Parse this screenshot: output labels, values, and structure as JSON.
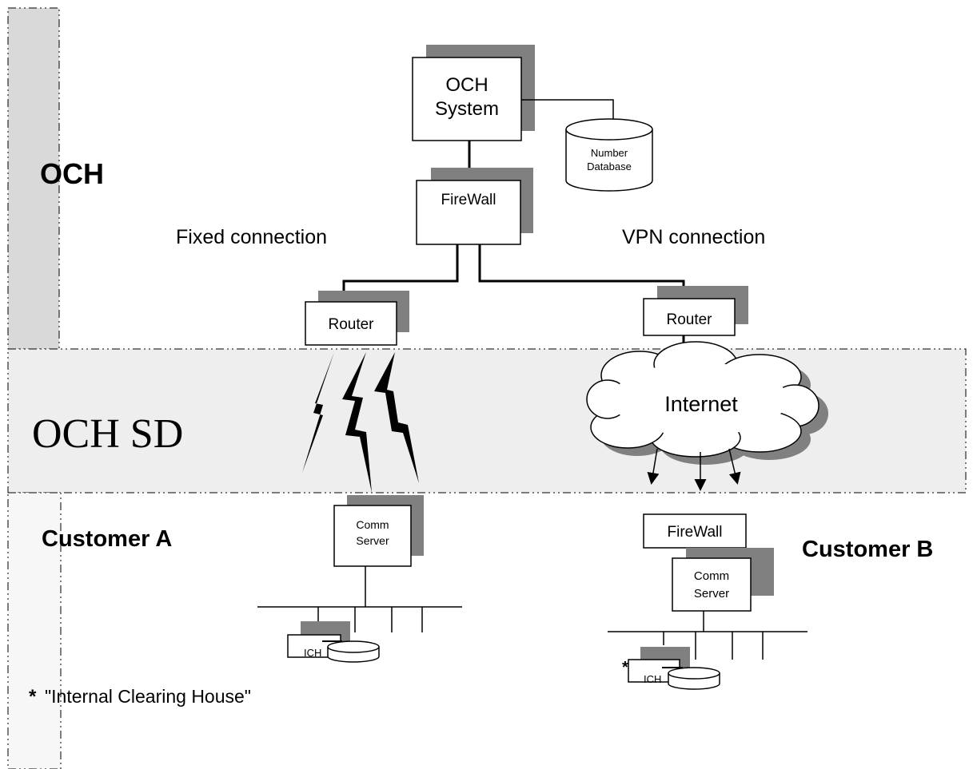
{
  "zones": {
    "och": "OCH",
    "och_sd": "OCH SD",
    "customer_a": "Customer A",
    "customer_b": "Customer B"
  },
  "nodes": {
    "och_system": [
      "OCH",
      "System"
    ],
    "number_database": [
      "Number",
      "Database"
    ],
    "firewall_och": "FireWall",
    "router_left": "Router",
    "router_right": "Router",
    "internet": "Internet",
    "comm_server_a": [
      "Comm",
      "Server"
    ],
    "firewall_b": "FireWall",
    "comm_server_b": [
      "Comm",
      "Server"
    ],
    "ich_a": "ICH",
    "ich_b": "ICH",
    "ich_b_marker": "*"
  },
  "connections": {
    "fixed": "Fixed connection",
    "vpn": "VPN connection"
  },
  "footnote": {
    "marker": "*",
    "text": "\"Internal Clearing House\""
  },
  "colors": {
    "shadow": "#808080",
    "band": "#eeeeee",
    "left_band": "#d9d9d9",
    "lower_band": "#f7f7f7"
  }
}
